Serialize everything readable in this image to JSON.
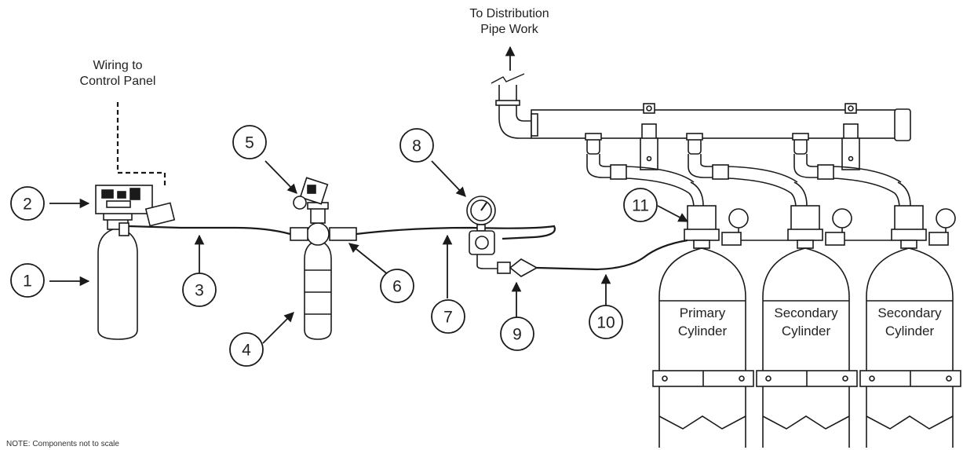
{
  "labels": {
    "distribution_line1": "To Distribution",
    "distribution_line2": "Pipe Work",
    "wiring_line1": "Wiring to",
    "wiring_line2": "Control Panel",
    "primary_line1": "Primary",
    "primary_line2": "Cylinder",
    "secondary1_line1": "Secondary",
    "secondary1_line2": "Cylinder",
    "secondary2_line1": "Secondary",
    "secondary2_line2": "Cylinder",
    "note": "NOTE: Components not to scale"
  },
  "callouts": [
    "1",
    "2",
    "3",
    "4",
    "5",
    "6",
    "7",
    "8",
    "9",
    "10",
    "11"
  ],
  "colors": {
    "line": "#1a1a1a",
    "text": "#222222",
    "background": "#ffffff"
  }
}
